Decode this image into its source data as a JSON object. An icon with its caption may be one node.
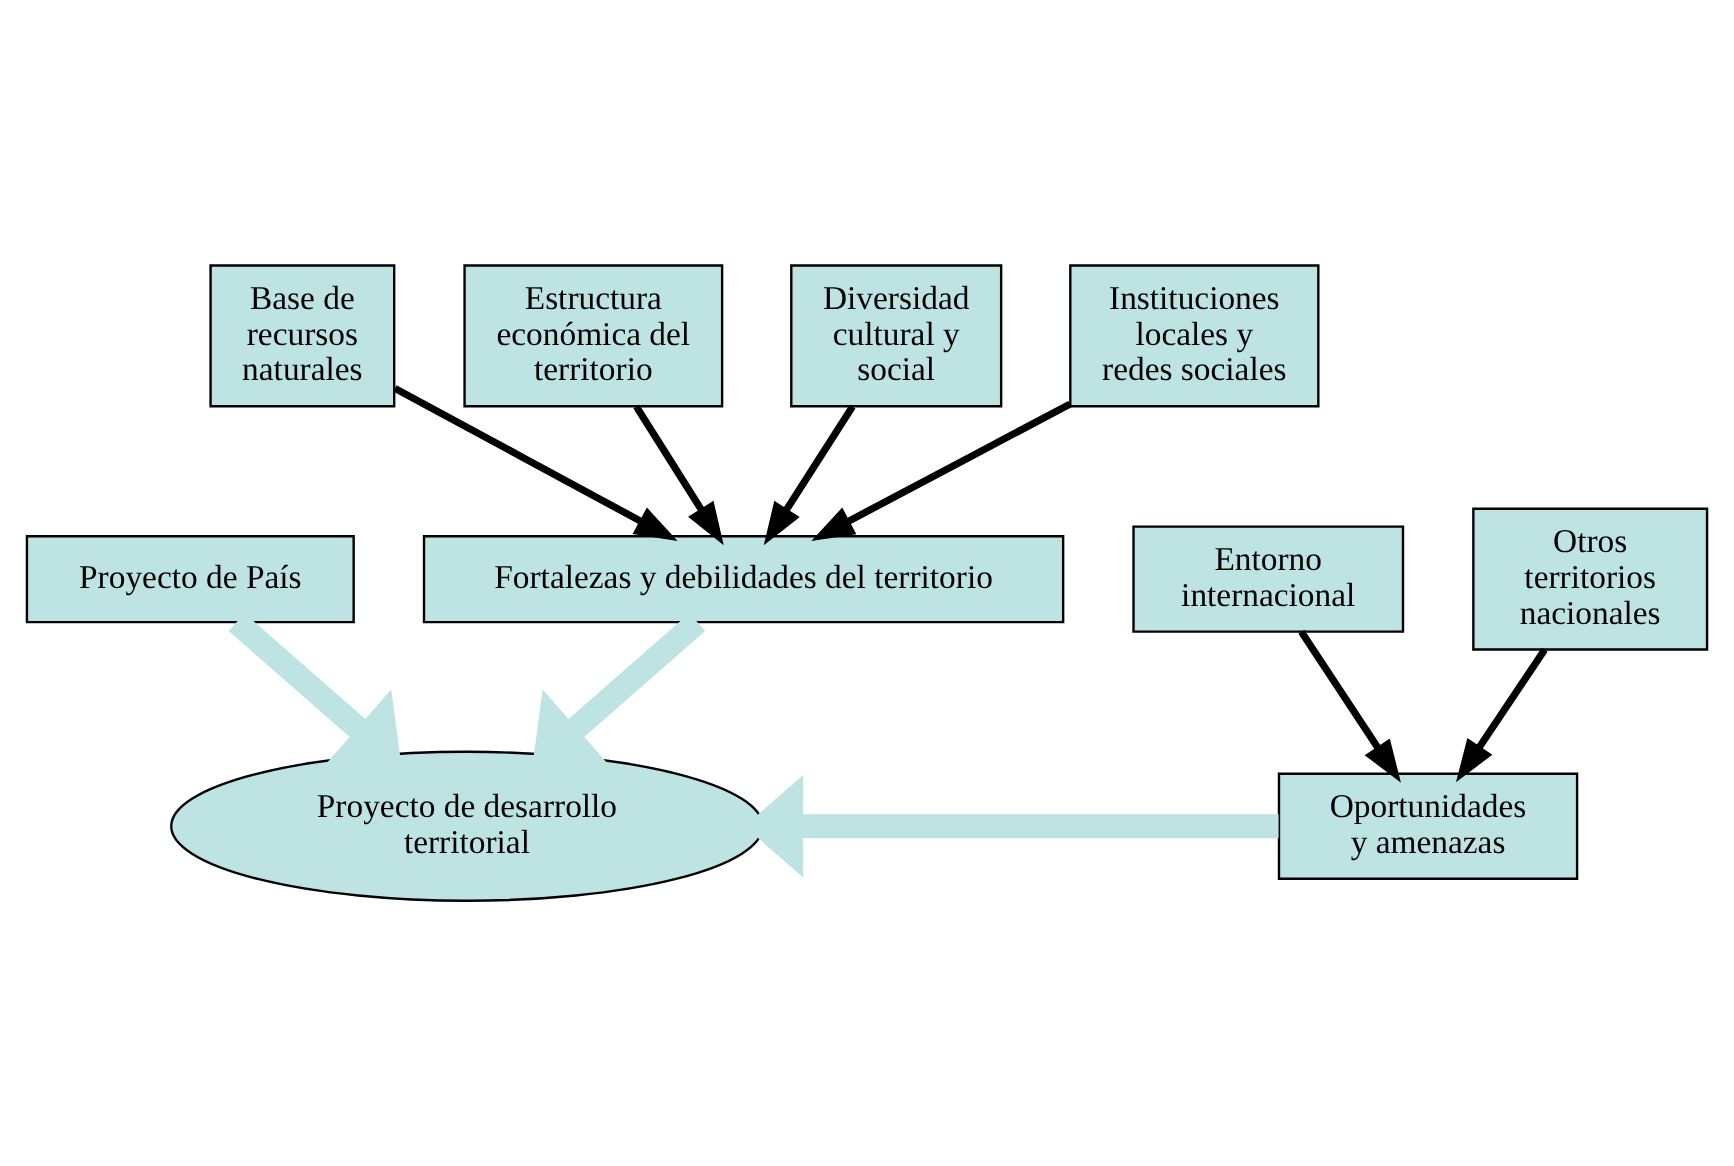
{
  "diagram": {
    "nodes": [
      {
        "text": [
          "Proyecto de País"
        ]
      },
      {
        "text": [
          "Proyecto de desarrollo territorial"
        ]
      },
      {
        "text": [
          "Oportunidades y amenazas"
        ]
      },
      {
        "text": [
          "Entorno internacional"
        ]
      },
      {
        "text": [
          "Otros territorios nacionales"
        ]
      },
      {
        "text": [
          "Fortalezas y debilidades del territorio"
        ]
      },
      {
        "text": [
          "Base de recursos naturales"
        ]
      },
      {
        "text": [
          "Estructura económica del territorio"
        ]
      },
      {
        "text": [
          "Diversidad cultural y social"
        ]
      },
      {
        "text": [
          "Instituciones locales y redes sociales"
        ]
      }
    ],
    "edges": [
      {
        "from": 0,
        "to": 1,
        "arrow": "to",
        "style": "thick",
        "color": "#bde3e3"
      },
      {
        "from": 2,
        "to": 1,
        "arrow": "to",
        "style": "thick",
        "color": "#bde3e3"
      },
      {
        "from": 3,
        "to": 2,
        "arrow": "to"
      },
      {
        "from": 4,
        "to": 2,
        "arrow": "to"
      },
      {
        "from": 5,
        "to": 1,
        "arrow": "to",
        "style": "thick",
        "color": "#bde3e3"
      },
      {
        "from": 6,
        "to": 5,
        "arrow": "to"
      },
      {
        "from": 7,
        "to": 5,
        "arrow": "to"
      },
      {
        "from": 8,
        "to": 5,
        "arrow": "to"
      },
      {
        "from": 9,
        "to": 5,
        "arrow": "to"
      }
    ]
  }
}
